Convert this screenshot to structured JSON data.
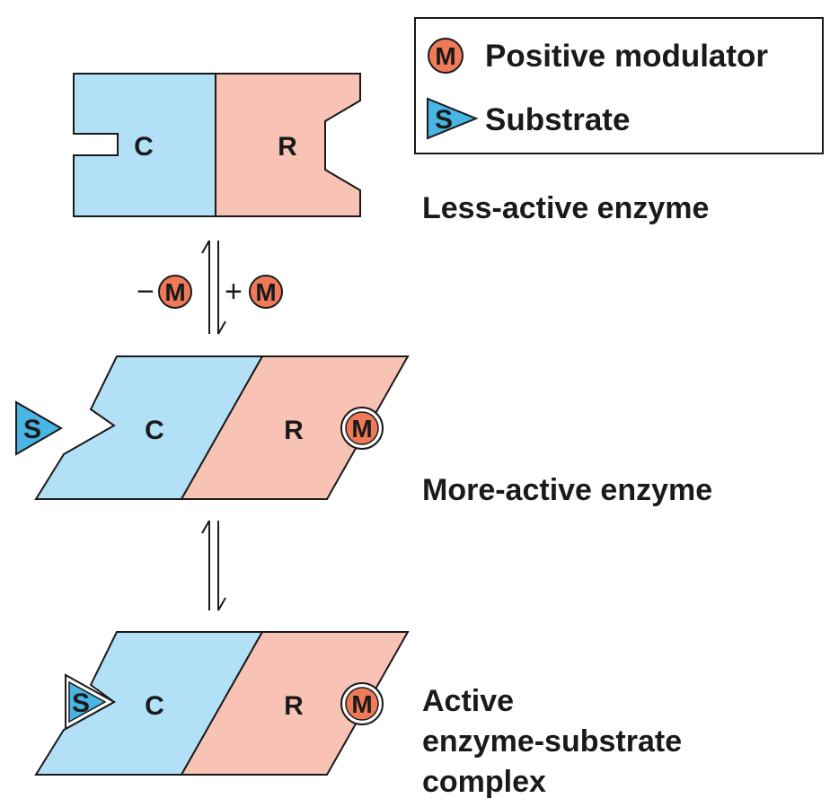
{
  "legend": {
    "modulator_symbol": "M",
    "modulator_label": "Positive modulator",
    "substrate_symbol": "S",
    "substrate_label": "Substrate"
  },
  "subunits": {
    "catalytic": "C",
    "regulatory": "R"
  },
  "states": {
    "less_active": "Less-active enzyme",
    "more_active": "More-active enzyme",
    "complex_line1": "Active",
    "complex_line2": "enzyme-substrate",
    "complex_line3": "complex"
  },
  "equilibrium": {
    "minus_sign": "−",
    "plus_sign": "+"
  },
  "colors": {
    "catalytic": "#b2e0f7",
    "regulatory": "#f8c3b4",
    "modulator": "#ee7a5a",
    "substrate": "#49b5e4",
    "outline": "#1a1a1a"
  }
}
